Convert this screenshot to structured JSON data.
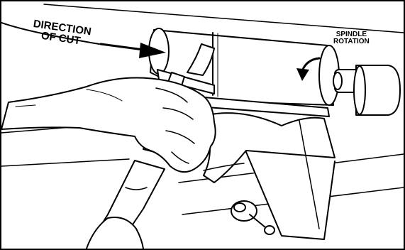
{
  "labels": {
    "direction_of_cut": [
      "DIRECTION",
      "OF CUT"
    ],
    "spindle_rotation": [
      "SPINDLE",
      "ROTATION"
    ]
  },
  "colors": {
    "ink": "#000000",
    "paper": "#ffffff"
  }
}
